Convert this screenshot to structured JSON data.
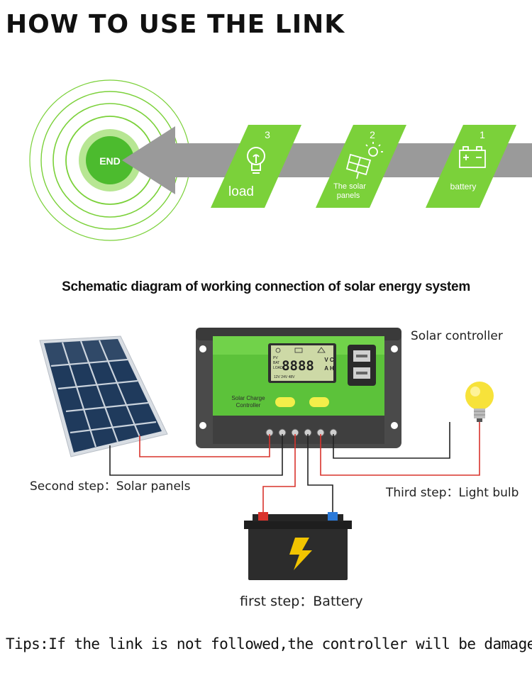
{
  "heading": "HOW TO USE THE LINK",
  "flow": {
    "end_label": "END",
    "steps": [
      {
        "number": "3",
        "label": "load",
        "icon": "light-bulb-icon"
      },
      {
        "number": "2",
        "label_line1": "The solar",
        "label_line2": "panels",
        "icon": "solar-panel-icon"
      },
      {
        "number": "1",
        "label": "battery",
        "icon": "battery-icon"
      }
    ]
  },
  "schematic_title": "Schematic diagram of  working connection of solar energy system",
  "controller": {
    "label": "Solar controller",
    "panel_text_line1": "Solar Charge",
    "panel_text_line2": "Controller",
    "lcd_digits": "8888",
    "lcd_units_top": "V C",
    "lcd_units_bottom": "A H",
    "lcd_row_labels": [
      "PV",
      "BAT",
      "LOAD"
    ],
    "lcd_voltages": "12V 24V 48V"
  },
  "labels": {
    "second_step": "Second step：Solar panels",
    "third_step": "Third step：Light bulb",
    "first_step": "first step：Battery"
  },
  "tips": "Tips:If the link is not followed,the controller will be damaged.",
  "colors": {
    "green": "#7bd13a",
    "dark_green": "#4aa82a",
    "arrow_gray": "#9a9a9a",
    "wire_red": "#d9332c",
    "wire_black": "#222222",
    "controller_body": "#4a4a4a"
  }
}
